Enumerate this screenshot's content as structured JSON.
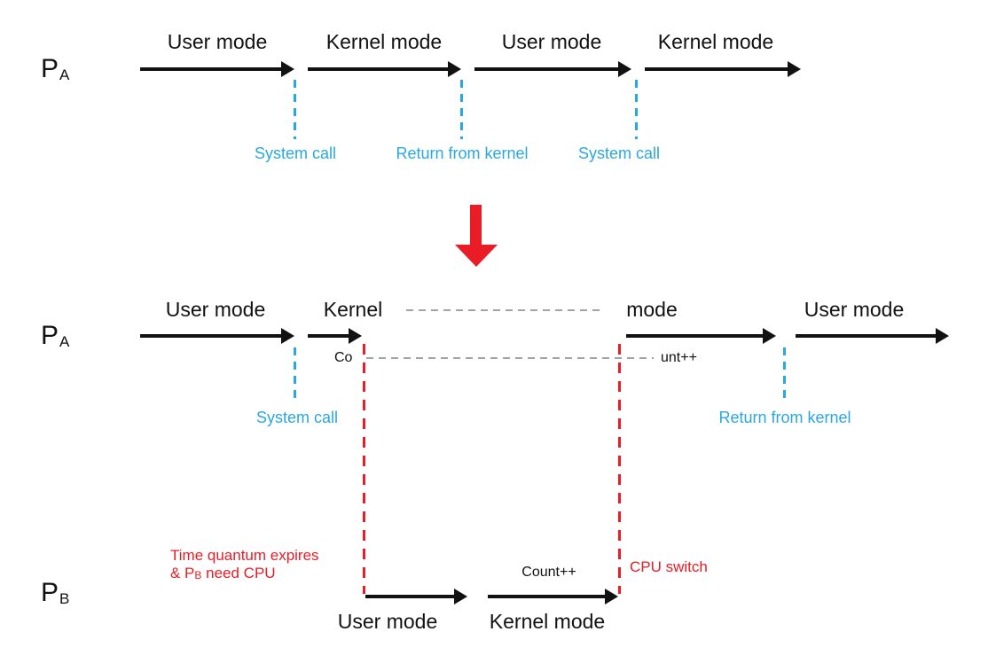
{
  "colors": {
    "accent_blue": "#29a8e0",
    "accent_red": "#ea1c25",
    "ink": "#121212",
    "gray_dash": "#a3a3a3"
  },
  "top_timeline": {
    "process_label": {
      "main": "P",
      "sub": "A"
    },
    "segments": [
      {
        "label": "User mode"
      },
      {
        "label": "Kernel mode"
      },
      {
        "label": "User mode"
      },
      {
        "label": "Kernel mode"
      }
    ],
    "events": [
      {
        "label": "System call"
      },
      {
        "label": "Return from kernel"
      },
      {
        "label": "System call"
      }
    ]
  },
  "bottom_timeline_pa": {
    "process_label": {
      "main": "P",
      "sub": "A"
    },
    "segments": [
      {
        "label": "User mode"
      },
      {
        "label": "Kernel"
      },
      {
        "label": "mode"
      },
      {
        "label": "User mode"
      }
    ],
    "events": [
      {
        "label": "System call"
      },
      {
        "label": "Return from kernel"
      }
    ],
    "split_word": {
      "left": "Co",
      "right": "unt++"
    }
  },
  "bottom_timeline_pb": {
    "process_label": {
      "main": "P",
      "sub": "B"
    },
    "segments": [
      {
        "label": "User mode"
      },
      {
        "label": "Kernel mode"
      }
    ],
    "count_label": "Count++",
    "annotations": {
      "quantum_line1": "Time quantum expires",
      "quantum_line2_prefix": "& P",
      "quantum_line2_sub": "B",
      "quantum_line2_suffix": " need CPU",
      "cpu_switch": "CPU switch"
    }
  }
}
